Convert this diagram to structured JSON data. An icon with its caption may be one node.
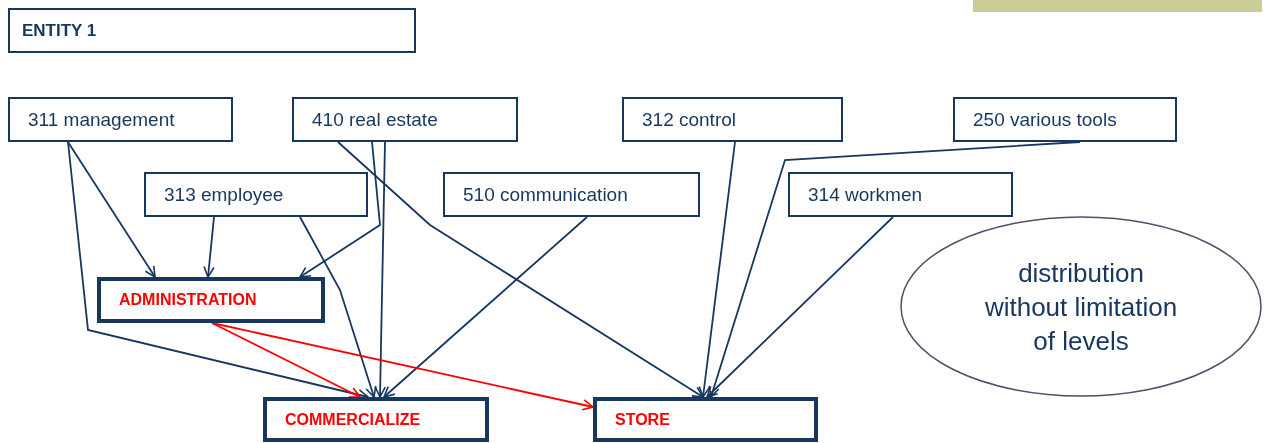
{
  "diagram": {
    "nodes": [
      {
        "text": [
          "ENTITY 1"
        ]
      },
      {
        "text": [
          "311 management"
        ]
      },
      {
        "text": [
          "410 real estate"
        ]
      },
      {
        "text": [
          "312 control"
        ]
      },
      {
        "text": [
          "250 various tools"
        ]
      },
      {
        "text": [
          "313 employee"
        ]
      },
      {
        "text": [
          "510 communication"
        ]
      },
      {
        "text": [
          "314 workmen"
        ]
      },
      {
        "text": [
          "ADMINISTRATION"
        ]
      },
      {
        "text": [
          "COMMERCIALIZE"
        ]
      },
      {
        "text": [
          "STORE"
        ]
      },
      {
        "text": [
          "distribution without limitation of levels"
        ]
      }
    ],
    "edges": [
      {
        "from": 1,
        "to": 8,
        "arrow": "to"
      },
      {
        "from": 1,
        "to": 9,
        "arrow": "to"
      },
      {
        "from": 5,
        "to": 8,
        "arrow": "to"
      },
      {
        "from": 5,
        "to": 9,
        "arrow": "to"
      },
      {
        "from": 2,
        "to": 8,
        "arrow": "to"
      },
      {
        "from": 2,
        "to": 9,
        "arrow": "to"
      },
      {
        "from": 2,
        "to": 10,
        "arrow": "to"
      },
      {
        "from": 6,
        "to": 9,
        "arrow": "to"
      },
      {
        "from": 3,
        "to": 10,
        "arrow": "to"
      },
      {
        "from": 7,
        "to": 10,
        "arrow": "to"
      },
      {
        "from": 4,
        "to": 10,
        "arrow": "to"
      },
      {
        "from": 8,
        "to": 9,
        "arrow": "to",
        "color": "#ff0000"
      },
      {
        "from": 8,
        "to": 10,
        "arrow": "to",
        "color": "#ff0000"
      }
    ]
  }
}
